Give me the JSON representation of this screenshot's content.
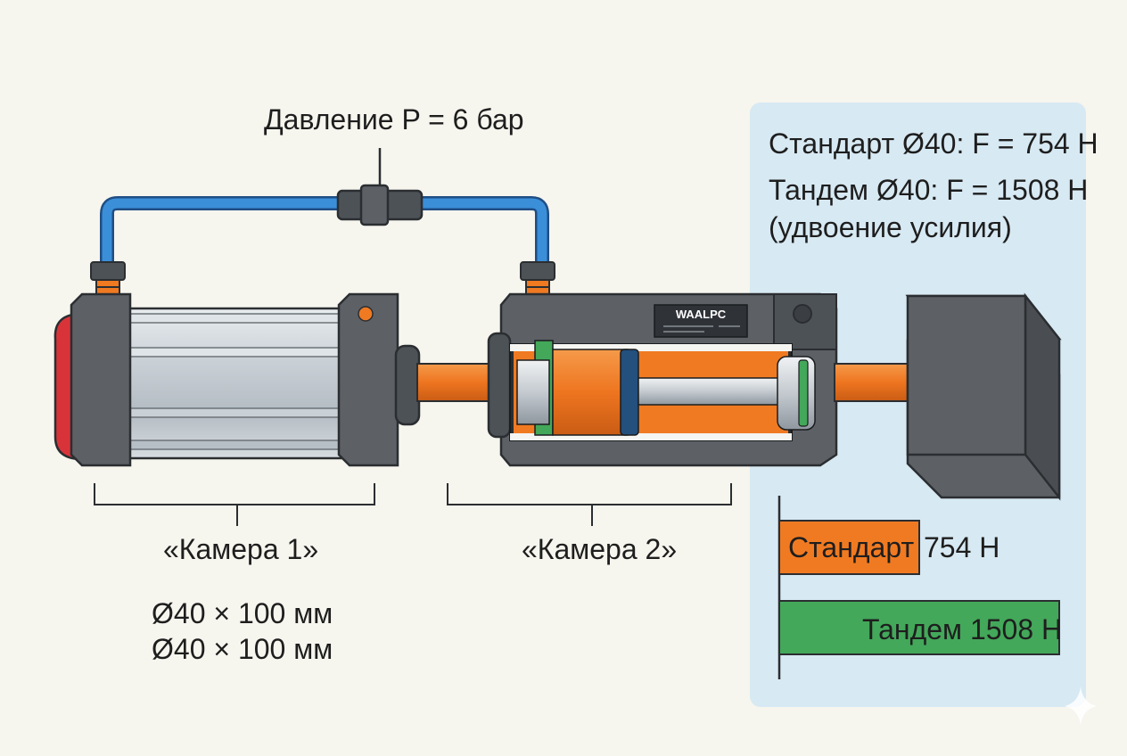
{
  "labels": {
    "pressure": "Давление P = 6 бар",
    "chamber1": "«Камера 1»",
    "chamber2": "«Камера 2»",
    "dimension_line1": "Ø40 × 100 мм",
    "dimension_line2": "Ø40 × 100 мм",
    "nameplate": "WAALPC"
  },
  "info_panel": {
    "line1": "Стандарт Ø40: F = 754 Н",
    "line2": "Тандем Ø40: F = 1508 Н",
    "line3": "(удвоение усилия)"
  },
  "chart_data": {
    "type": "bar",
    "categories": [
      "Стандарт",
      "Тандем"
    ],
    "values": [
      754,
      1508
    ],
    "bar_labels": [
      "Стандарт",
      "Тандем 1508 Н"
    ],
    "value_label_outside": "754 Н",
    "colors": [
      "#f07a22",
      "#43a85a"
    ]
  },
  "colors": {
    "background": "#f6f5ee",
    "panel": "#d7e9f3",
    "air_line": "#3b8fd9",
    "piston_rod": "#f07a22",
    "body_gray": "#5d6166",
    "end_cap_red": "#d9333a"
  }
}
